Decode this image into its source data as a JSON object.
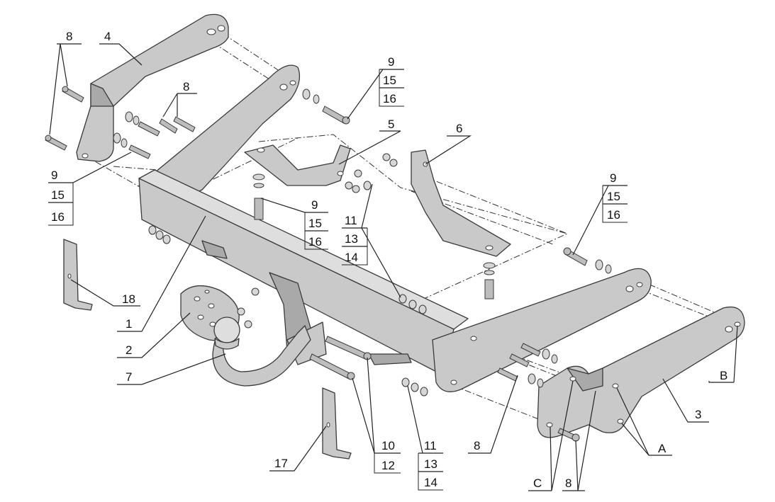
{
  "labels": {
    "l1": "1",
    "l2": "2",
    "l3": "3",
    "l4": "4",
    "l5": "5",
    "l6": "6",
    "l7": "7",
    "l8": "8",
    "l9": "9",
    "l10": "10",
    "l11": "11",
    "l12": "12",
    "l13": "13",
    "l14": "14",
    "l15": "15",
    "l16": "16",
    "l17": "17",
    "l18": "18",
    "lA": "A",
    "lB": "B",
    "lC": "C"
  },
  "colors": {
    "part": "#c9c9c9",
    "line": "#3a3a3a",
    "background": "#ffffff"
  }
}
